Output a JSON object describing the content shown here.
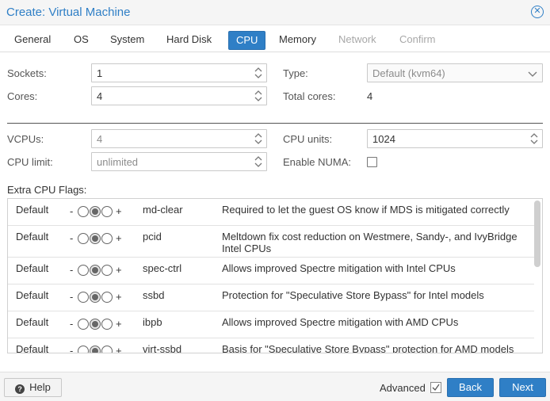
{
  "window": {
    "title": "Create: Virtual Machine",
    "close_icon": "close-icon"
  },
  "tabs": [
    {
      "label": "General",
      "state": "normal"
    },
    {
      "label": "OS",
      "state": "normal"
    },
    {
      "label": "System",
      "state": "normal"
    },
    {
      "label": "Hard Disk",
      "state": "normal"
    },
    {
      "label": "CPU",
      "state": "active"
    },
    {
      "label": "Memory",
      "state": "normal"
    },
    {
      "label": "Network",
      "state": "disabled"
    },
    {
      "label": "Confirm",
      "state": "disabled"
    }
  ],
  "form": {
    "sockets": {
      "label": "Sockets:",
      "value": "1"
    },
    "cores": {
      "label": "Cores:",
      "value": "4"
    },
    "type": {
      "label": "Type:",
      "value": "Default (kvm64)"
    },
    "total_cores": {
      "label": "Total cores:",
      "value": "4"
    },
    "vcpus": {
      "label": "VCPUs:",
      "value": "4"
    },
    "cpu_units": {
      "label": "CPU units:",
      "value": "1024"
    },
    "cpu_limit": {
      "label": "CPU limit:",
      "value": "unlimited"
    },
    "enable_numa": {
      "label": "Enable NUMA:",
      "checked": false
    }
  },
  "flags": {
    "label": "Extra CPU Flags:",
    "minus": "-",
    "plus": "+",
    "rows": [
      {
        "state": "Default",
        "flag": "md-clear",
        "description": "Required to let the guest OS know if MDS is mitigated correctly"
      },
      {
        "state": "Default",
        "flag": "pcid",
        "description": "Meltdown fix cost reduction on Westmere, Sandy-, and IvyBridge Intel CPUs"
      },
      {
        "state": "Default",
        "flag": "spec-ctrl",
        "description": "Allows improved Spectre mitigation with Intel CPUs"
      },
      {
        "state": "Default",
        "flag": "ssbd",
        "description": "Protection for \"Speculative Store Bypass\" for Intel models"
      },
      {
        "state": "Default",
        "flag": "ibpb",
        "description": "Allows improved Spectre mitigation with AMD CPUs"
      },
      {
        "state": "Default",
        "flag": "virt-ssbd",
        "description": "Basis for \"Speculative Store Bypass\" protection for AMD models"
      }
    ]
  },
  "footer": {
    "help_label": "Help",
    "advanced_label": "Advanced",
    "advanced_checked": true,
    "back_label": "Back",
    "next_label": "Next"
  },
  "colors": {
    "accent": "#2f7fc6"
  }
}
